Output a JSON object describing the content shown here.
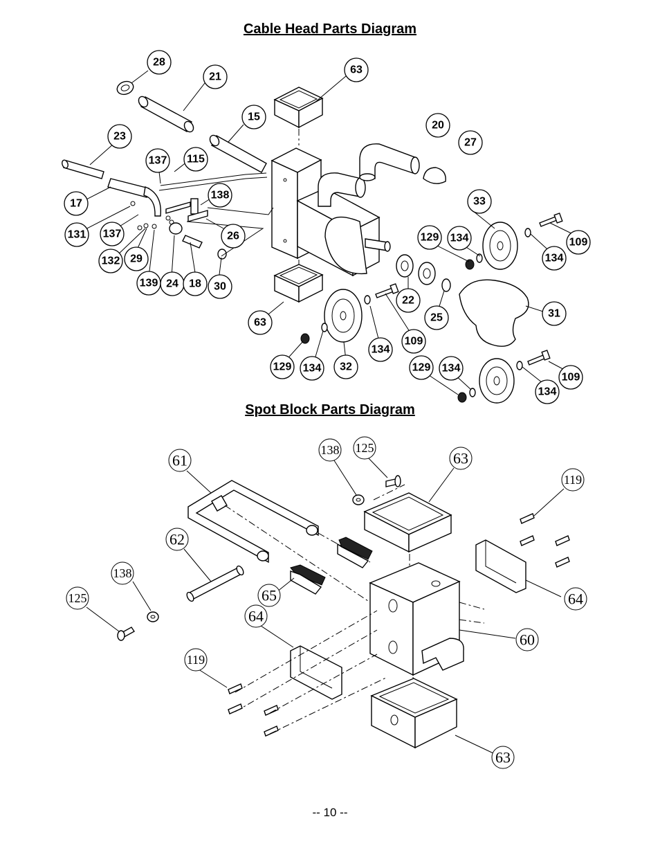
{
  "titles": {
    "cable_head": "Cable Head Parts Diagram",
    "spot_block": "Spot Block Parts Diagram"
  },
  "cable_head_callouts": [
    "28",
    "21",
    "63",
    "15",
    "20",
    "27",
    "23",
    "137",
    "115",
    "138",
    "17",
    "33",
    "131",
    "137",
    "26",
    "129",
    "134",
    "109",
    "132",
    "29",
    "134",
    "139",
    "24",
    "18",
    "30",
    "22",
    "31",
    "25",
    "63",
    "109",
    "134",
    "129",
    "134",
    "32",
    "129",
    "134",
    "109",
    "134"
  ],
  "spot_block_callouts": [
    "138",
    "125",
    "63",
    "61",
    "119",
    "62",
    "138",
    "65",
    "64",
    "125",
    "64",
    "60",
    "119",
    "63"
  ],
  "page_number": "-- 10 --"
}
